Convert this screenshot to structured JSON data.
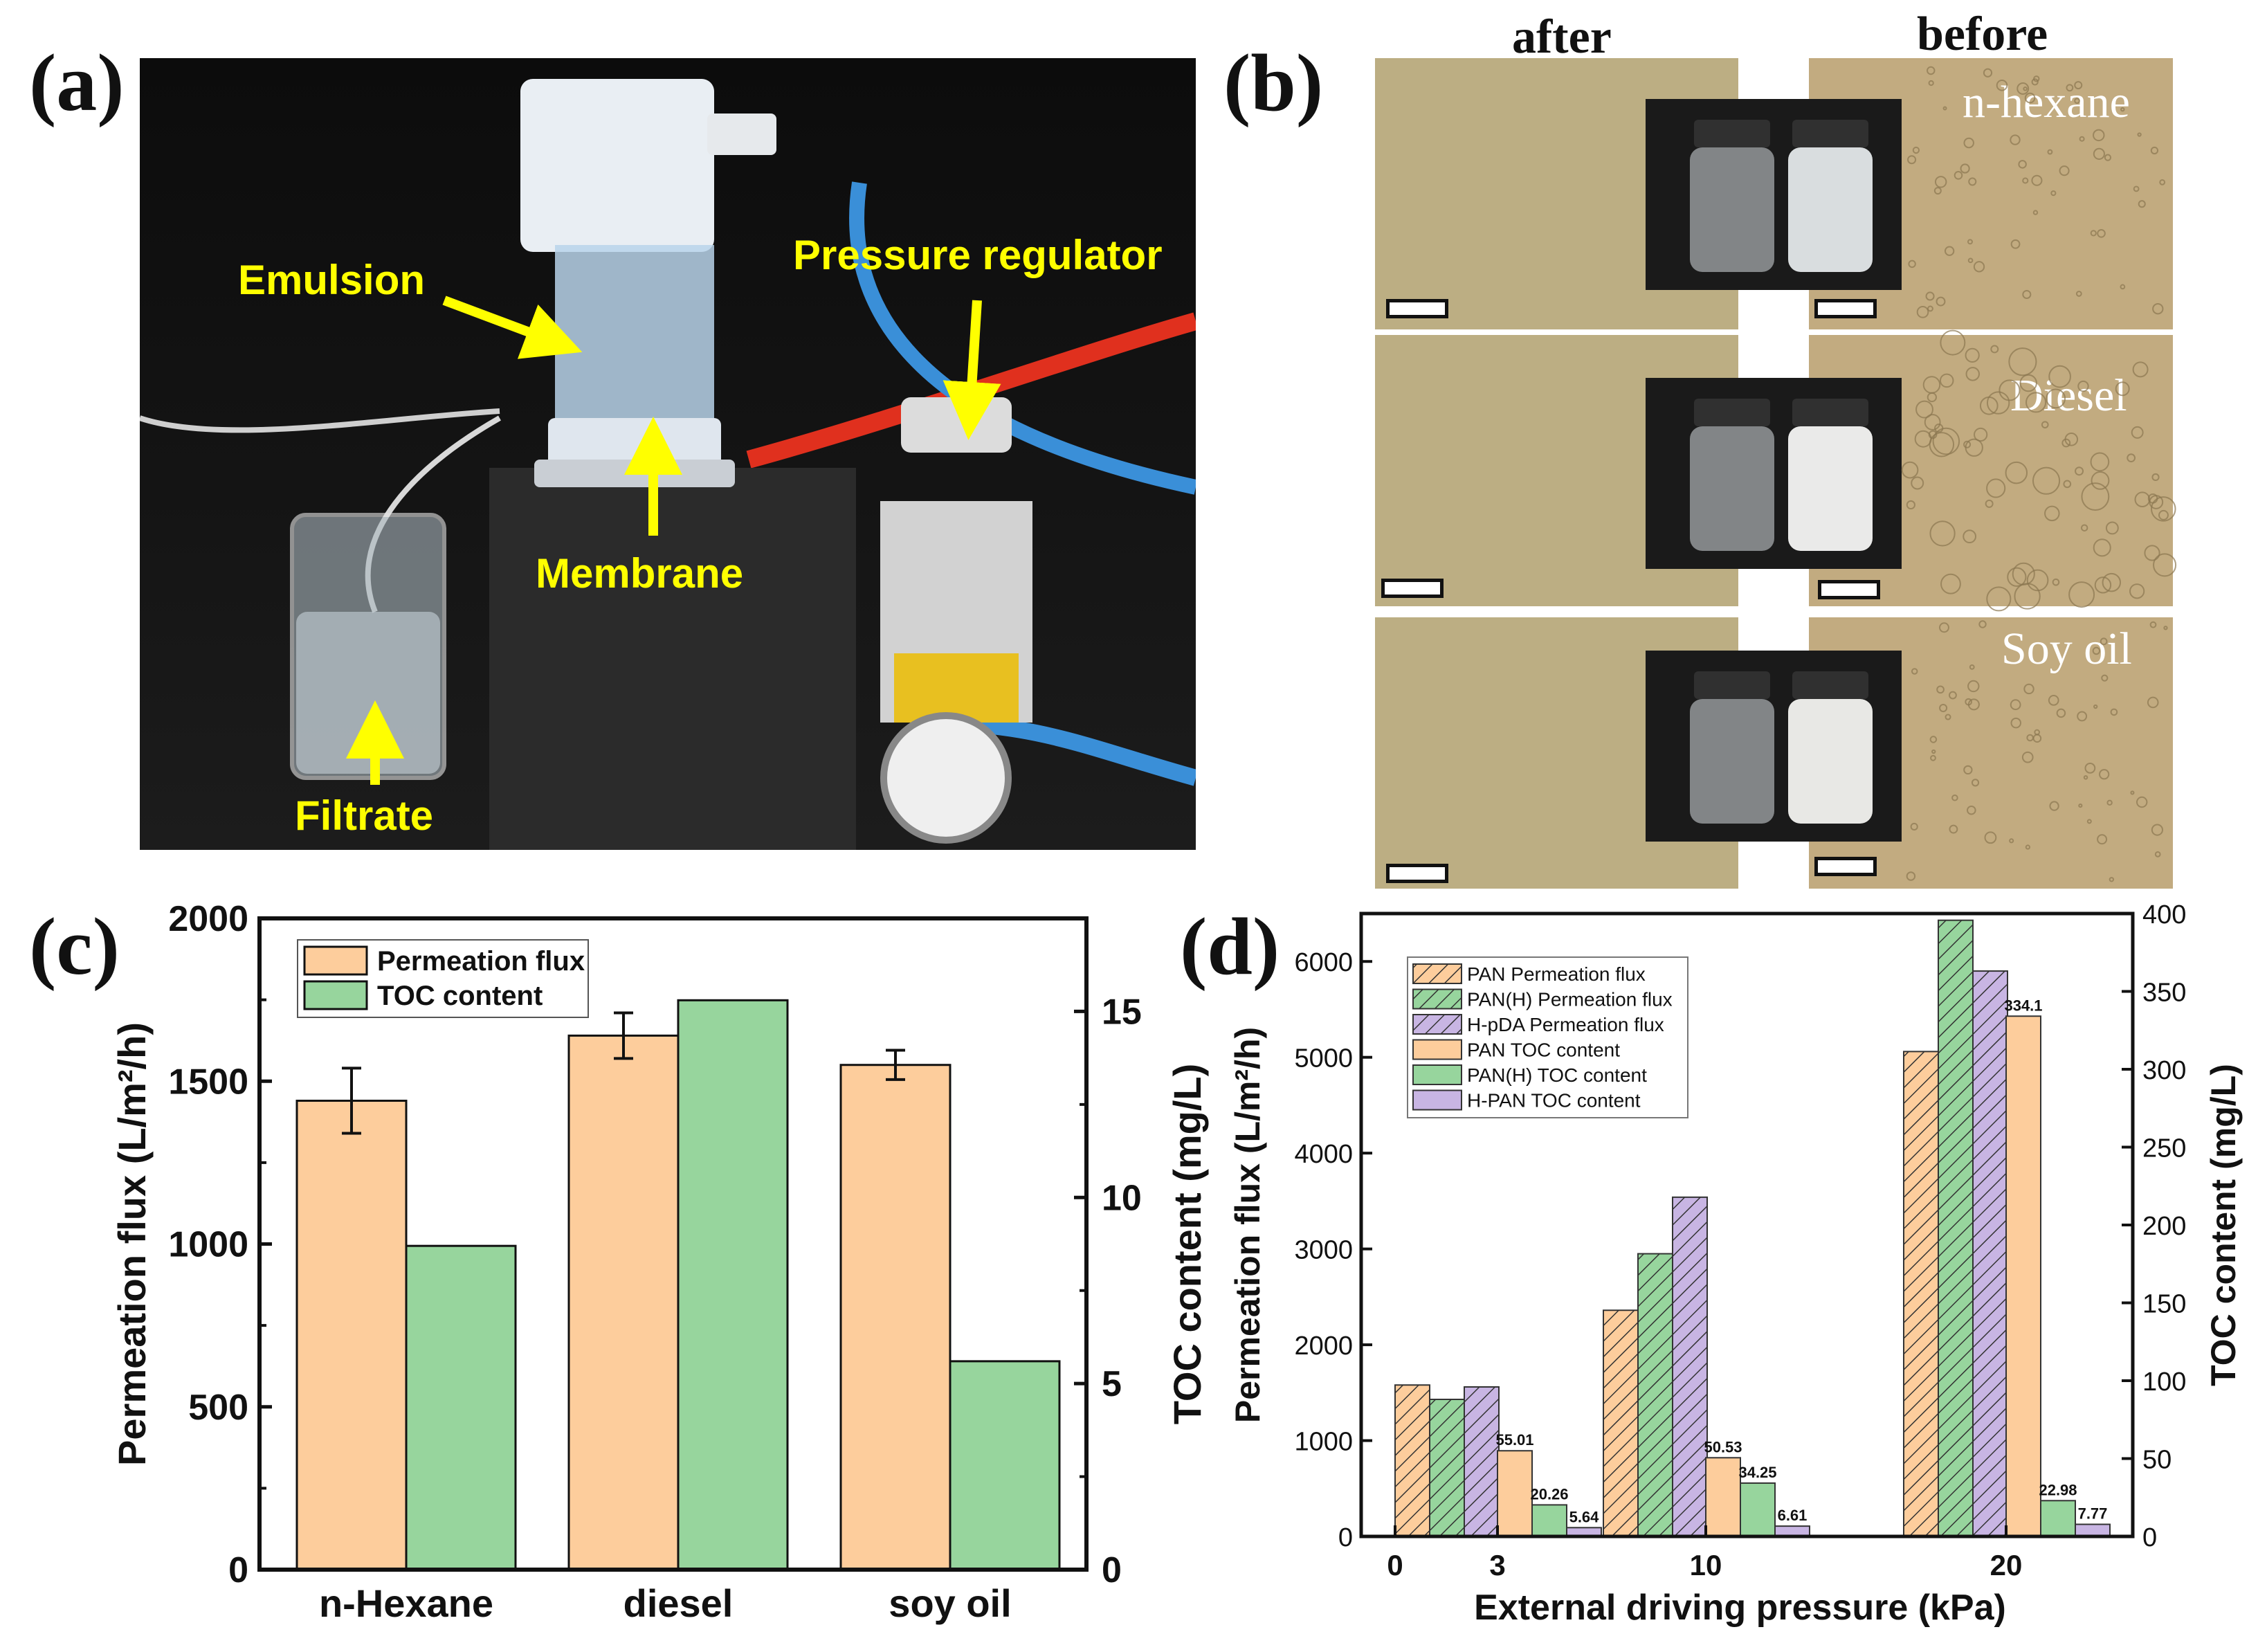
{
  "panels": {
    "a": {
      "label": "(a)"
    },
    "b": {
      "label": "(b)"
    },
    "c": {
      "label": "(c)"
    },
    "d": {
      "label": "(d)"
    }
  },
  "photo_a": {
    "annotations": {
      "emulsion": "Emulsion",
      "pressure_regulator": "Pressure regulator",
      "membrane": "Membrane",
      "filtrate": "Filtrate"
    },
    "colors": {
      "annotation": "#ffff00"
    }
  },
  "panel_b": {
    "col_after": "after",
    "col_before": "before",
    "rows": [
      {
        "name": "n-hexane"
      },
      {
        "name": "Diesel"
      },
      {
        "name": "Soy oil"
      }
    ]
  },
  "chart_data": [
    {
      "type": "bar",
      "panel": "c",
      "categories": [
        "n-Hexane",
        "diesel",
        "soy oil"
      ],
      "series": [
        {
          "name": "Permeation flux",
          "axis": "left",
          "color": "#fdcd9c",
          "values": [
            1440,
            1640,
            1550
          ],
          "errors": [
            100,
            70,
            45
          ]
        },
        {
          "name": "TOC content",
          "axis": "right",
          "color": "#97d59d",
          "values": [
            8.7,
            15.3,
            5.6
          ]
        }
      ],
      "ylabel_left": "Permeation flux (L/m²/h)",
      "ylabel_right": "TOC content (mg/L)",
      "ylim_left": [
        0,
        2000
      ],
      "ylim_right": [
        0,
        17.5
      ],
      "yticks_left": [
        0,
        500,
        1000,
        1500,
        2000
      ],
      "yticks_right": [
        0,
        5,
        10,
        15
      ],
      "legend": "top-left",
      "grid": false
    },
    {
      "type": "bar",
      "panel": "d",
      "xlabel": "External driving pressure (kPa)",
      "ylabel_left": "Permeation flux (L/m²/h)",
      "ylabel_right": "TOC content (mg/L)",
      "ylim_left": [
        0,
        6500
      ],
      "ylim_right": [
        0,
        400
      ],
      "yticks_left": [
        0,
        1000,
        2000,
        3000,
        4000,
        5000,
        6000
      ],
      "yticks_right": [
        0,
        50,
        100,
        150,
        200,
        250,
        300,
        350,
        400
      ],
      "xticks": [
        "0",
        "3",
        "10",
        "20"
      ],
      "legend": "top-left",
      "grid": false,
      "groups": [
        {
          "flux": [
            1580,
            1430,
            1560
          ],
          "toc": [
            55.01,
            20.26,
            5.64
          ],
          "toc_labels": [
            "55.01",
            "20.26",
            "5.64"
          ]
        },
        {
          "flux": [
            2360,
            2950,
            3540
          ],
          "toc": [
            50.53,
            34.25,
            6.61
          ],
          "toc_labels": [
            "50.53",
            "34.25",
            "6.61"
          ]
        },
        {
          "flux": [
            5060,
            6430,
            5900
          ],
          "toc": [
            334.1,
            22.98,
            7.77
          ],
          "toc_labels": [
            "334.1",
            "22.98",
            "7.77"
          ]
        }
      ],
      "series": [
        {
          "name": "PAN Permeation flux",
          "color": "#fdcd9c",
          "hatch": true
        },
        {
          "name": "PAN(H) Permeation flux",
          "color": "#97d59d",
          "hatch": true
        },
        {
          "name": "H-pDA Permeation flux",
          "color": "#c8b5e3",
          "hatch": true
        },
        {
          "name": "PAN TOC content",
          "color": "#fdcd9c",
          "hatch": false
        },
        {
          "name": "PAN(H) TOC content",
          "color": "#97d59d",
          "hatch": false
        },
        {
          "name": "H-PAN TOC content",
          "color": "#c8b5e3",
          "hatch": false
        }
      ]
    }
  ]
}
